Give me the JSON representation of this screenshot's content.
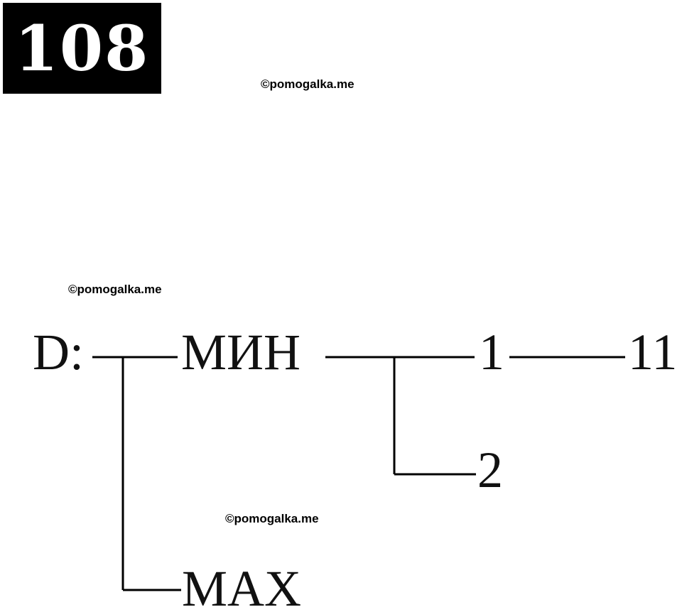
{
  "problem_number": "108",
  "watermarks": [
    "©pomogalka.me",
    "©pomogalka.me",
    "©pomogalka.me"
  ],
  "tree": {
    "root": "D:",
    "nodes": {
      "min": "МИН",
      "max": "MAX",
      "one": "1",
      "eleven": "11",
      "two": "2"
    }
  }
}
